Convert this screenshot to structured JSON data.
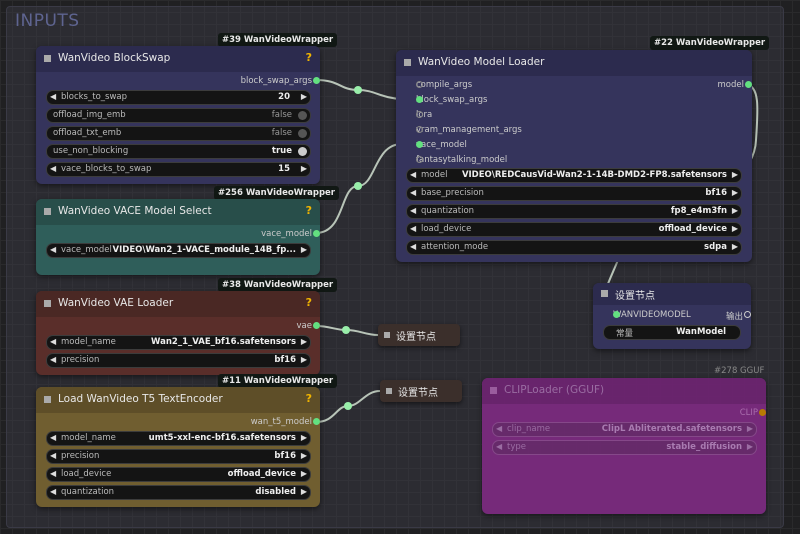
{
  "group": {
    "title": "INPUTS"
  },
  "blockswap": {
    "badge": "#39 WanVideoWrapper",
    "title": "WanVideo BlockSwap",
    "output": "block_swap_args",
    "widgets": [
      {
        "label": "blocks_to_swap",
        "value": "20"
      },
      {
        "label": "offload_img_emb",
        "value": "false"
      },
      {
        "label": "offload_txt_emb",
        "value": "false"
      },
      {
        "label": "use_non_blocking",
        "value": "true"
      },
      {
        "label": "vace_blocks_to_swap",
        "value": "15"
      }
    ]
  },
  "vace": {
    "badge": "#256 WanVideoWrapper",
    "title": "WanVideo VACE Model Select",
    "output": "vace_model",
    "widget": {
      "label": "vace_model",
      "value": "VIDEO\\Wan2_1-VACE_module_14B_fp..."
    }
  },
  "vae": {
    "badge": "#38 WanVideoWrapper",
    "title": "WanVideo VAE Loader",
    "output": "vae",
    "widgets": [
      {
        "label": "model_name",
        "value": "Wan2_1_VAE_bf16.safetensors"
      },
      {
        "label": "precision",
        "value": "bf16"
      }
    ]
  },
  "t5": {
    "badge": "#11 WanVideoWrapper",
    "title": "Load WanVideo T5 TextEncoder",
    "output": "wan_t5_model",
    "widgets": [
      {
        "label": "model_name",
        "value": "umt5-xxl-enc-bf16.safetensors"
      },
      {
        "label": "precision",
        "value": "bf16"
      },
      {
        "label": "load_device",
        "value": "offload_device"
      },
      {
        "label": "quantization",
        "value": "disabled"
      }
    ]
  },
  "loader": {
    "badge": "#22 WanVideoWrapper",
    "title": "WanVideo Model Loader",
    "output": "model",
    "inputs": [
      "compile_args",
      "block_swap_args",
      "lora",
      "vram_management_args",
      "vace_model",
      "fantasytalking_model"
    ],
    "widgets": [
      {
        "label": "model",
        "value": "VIDEO\\REDCausVid-Wan2-1-14B-DMD2-FP8.safetensors"
      },
      {
        "label": "base_precision",
        "value": "bf16"
      },
      {
        "label": "quantization",
        "value": "fp8_e4m3fn"
      },
      {
        "label": "load_device",
        "value": "offload_device"
      },
      {
        "label": "attention_mode",
        "value": "sdpa"
      }
    ]
  },
  "setnode_model": {
    "title": "设置节点",
    "input": "WANVIDEOMODEL",
    "output": "输出",
    "widget": {
      "label": "常量",
      "value": "WanModel"
    }
  },
  "setnode_vae": {
    "title": "设置节点"
  },
  "setnode_t5": {
    "title": "设置节点"
  },
  "clip": {
    "badge": "#278 GGUF",
    "title": "CLIPLoader (GGUF)",
    "output": "CLIP",
    "widgets": [
      {
        "label": "clip_name",
        "value": "ClipL Abliterated.safetensors"
      },
      {
        "label": "type",
        "value": "stable_diffusion"
      }
    ]
  },
  "colors": {
    "connected_dot": "#63e080",
    "accent": "#f0b400"
  }
}
